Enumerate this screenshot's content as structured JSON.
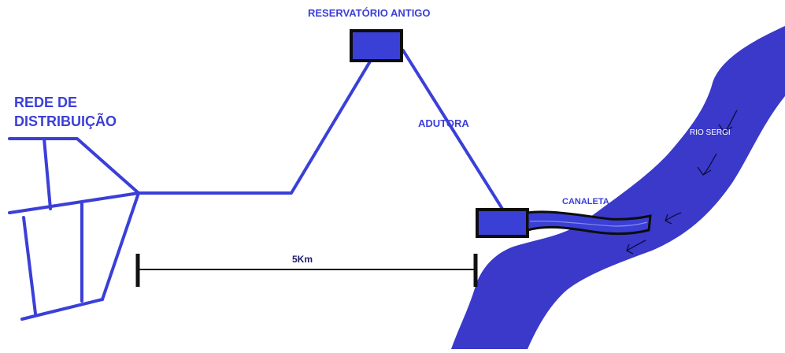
{
  "labels": {
    "old_reservoir": "RESERVATÓRIO ANTIGO",
    "distribution_network_line1": "REDE DE",
    "distribution_network_line2": "DISTRIBUIÇÃO",
    "pipeline": "ADUTORA",
    "channel": "CANALETA",
    "river": "RIO SERGI",
    "scale": "5Km"
  },
  "colors": {
    "line_blue": "#3b3fd8",
    "river_blue": "#3a39c9",
    "box_fill": "#3a3fd6",
    "scale_line": "#111111"
  }
}
